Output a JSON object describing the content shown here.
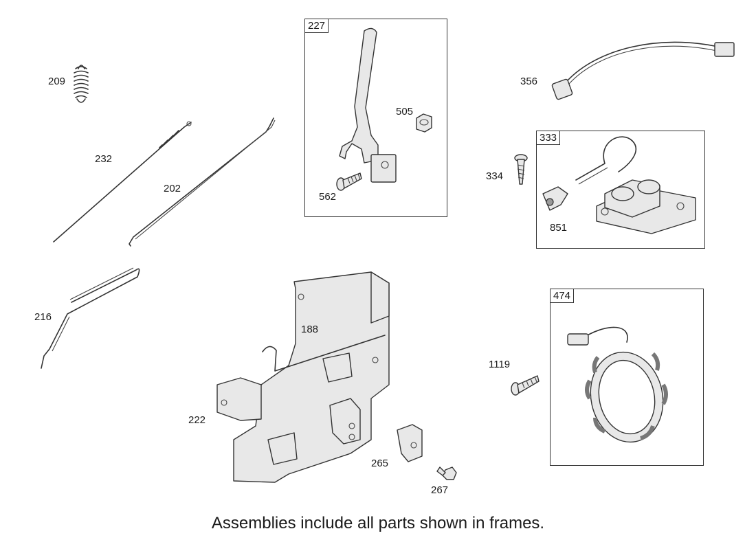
{
  "frames": {
    "f227": {
      "tag": "227"
    },
    "f333": {
      "tag": "333"
    },
    "f474": {
      "tag": "474"
    }
  },
  "labels": {
    "p209": "209",
    "p232": "232",
    "p202": "202",
    "p216": "216",
    "p505": "505",
    "p562": "562",
    "p356": "356",
    "p334": "334",
    "p851": "851",
    "p188": "188",
    "p222": "222",
    "p265": "265",
    "p267": "267",
    "p1119": "1119"
  },
  "caption": "Assemblies include all parts shown in frames."
}
